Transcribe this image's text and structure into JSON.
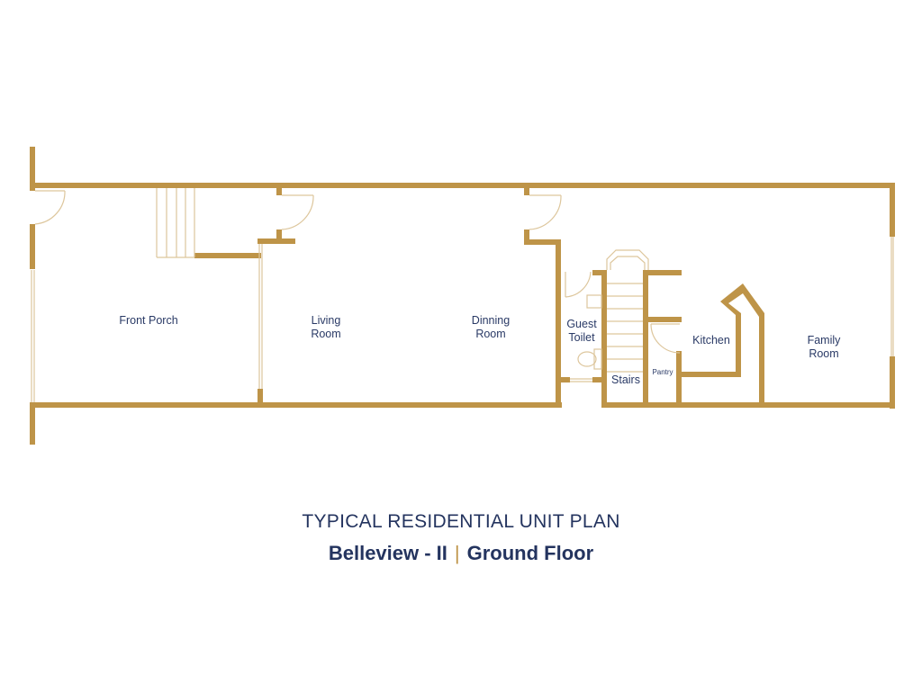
{
  "rooms": {
    "front_porch": "Front Porch",
    "living_1": "Living",
    "living_2": "Room",
    "dinning_1": "Dinning",
    "dinning_2": "Room",
    "guest_1": "Guest",
    "guest_2": "Toilet",
    "stairs": "Stairs",
    "pantry": "Pantry",
    "kitchen": "Kitchen",
    "family_1": "Family",
    "family_2": "Room"
  },
  "title": {
    "line1": "TYPICAL RESIDENTIAL UNIT PLAN",
    "project": "Belleview - II",
    "separator": "|",
    "floor": "Ground Floor"
  },
  "colors": {
    "wall": "#BE9448",
    "text": "#24345f"
  }
}
